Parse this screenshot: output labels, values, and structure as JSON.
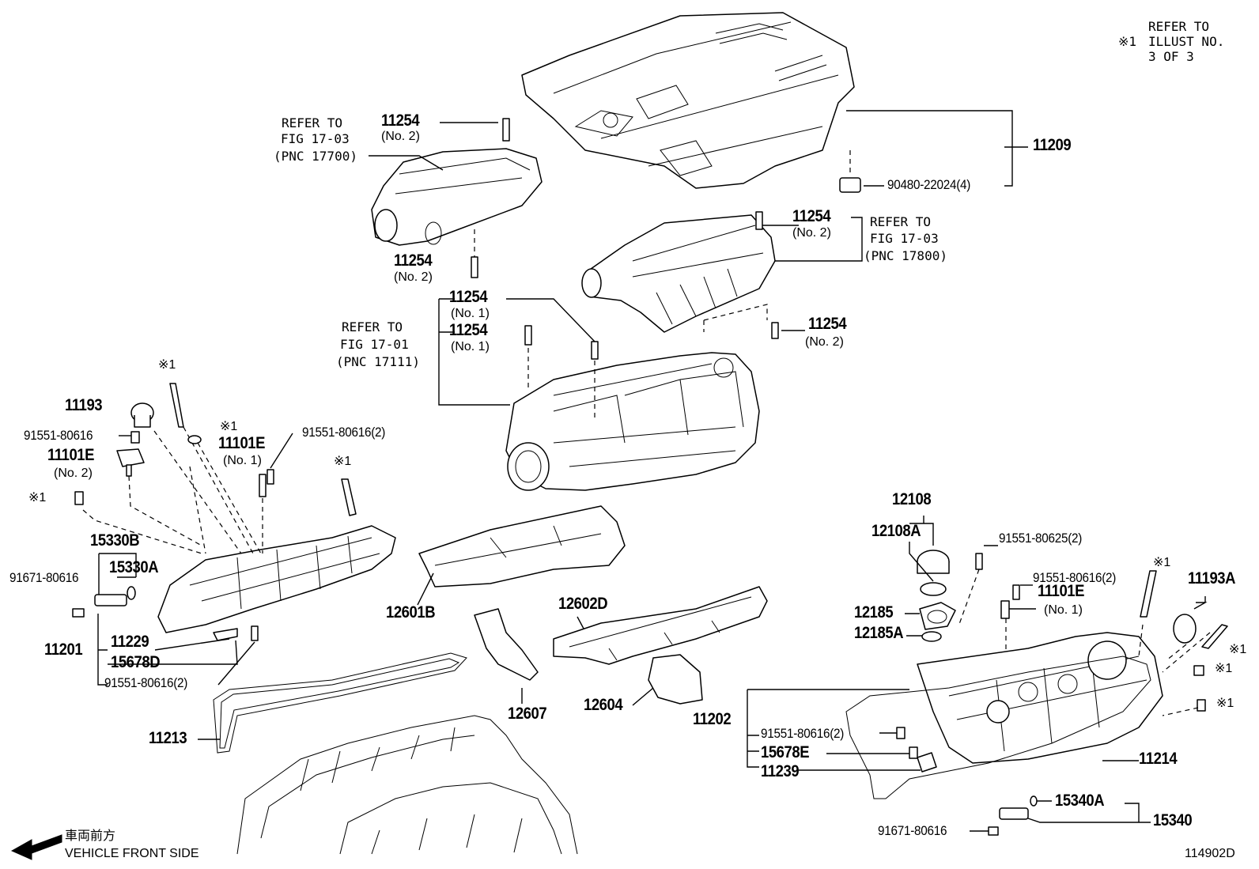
{
  "note": {
    "mark": "※1",
    "line1": "REFER TO",
    "line2": "ILLUST NO.",
    "line3": "3 OF 3"
  },
  "refs": {
    "r17700": {
      "l1": "REFER TO",
      "l2": "FIG 17-03",
      "l3": "(PNC 17700)"
    },
    "r17800": {
      "l1": "REFER TO",
      "l2": "FIG 17-03",
      "l3": "(PNC 17800)"
    },
    "r17111": {
      "l1": "REFER TO",
      "l2": "FIG 17-01",
      "l3": "(PNC 17111)"
    }
  },
  "parts": {
    "p11254_a": "11254",
    "p11254_a_sub": "(No. 2)",
    "p11254_b": "11254",
    "p11254_b_sub": "(No. 2)",
    "p11254_c": "11254",
    "p11254_c_sub": "(No. 2)",
    "p11254_d": "11254",
    "p11254_d_sub": "(No. 2)",
    "p11254_e": "11254",
    "p11254_e_sub": "(No. 1)",
    "p11254_f": "11254",
    "p11254_f_sub": "(No. 1)",
    "p11209": "11209",
    "p90480": "90480-22024(4)",
    "p11193": "11193",
    "p91551_a": "91551-80616",
    "p11101E_a": "11101E",
    "p11101E_a_sub": "(No. 2)",
    "p11101E_b": "11101E",
    "p11101E_b_sub": "(No. 1)",
    "p91551_b": "91551-80616(2)",
    "p15330B": "15330B",
    "p15330A": "15330A",
    "p91671_a": "91671-80616",
    "p11201": "11201",
    "p11229": "11229",
    "p15678D": "15678D",
    "p91551_c": "91551-80616(2)",
    "p11213": "11213",
    "p12601B": "12601B",
    "p12602D": "12602D",
    "p12607": "12607",
    "p12604": "12604",
    "p12108": "12108",
    "p12108A": "12108A",
    "p91551_d": "91551-80625(2)",
    "p91551_e": "91551-80616(2)",
    "p11101E_c": "11101E",
    "p11101E_c_sub": "(No. 1)",
    "p11193A": "11193A",
    "p12185": "12185",
    "p12185A": "12185A",
    "p11202": "11202",
    "p91551_f": "91551-80616(2)",
    "p15678E": "15678E",
    "p11239": "11239",
    "p11214": "11214",
    "p15340A": "15340A",
    "p15340": "15340",
    "p91671_b": "91671-80616"
  },
  "marks": {
    "m1": "※1",
    "m2": "※1",
    "m3": "※1",
    "m4": "※1",
    "m5": "※1",
    "m6": "※1",
    "m7": "※1",
    "m8": "※1"
  },
  "footer": {
    "jp": "車両前方",
    "en": "VEHICLE FRONT SIDE",
    "illust_no": "114902D"
  }
}
